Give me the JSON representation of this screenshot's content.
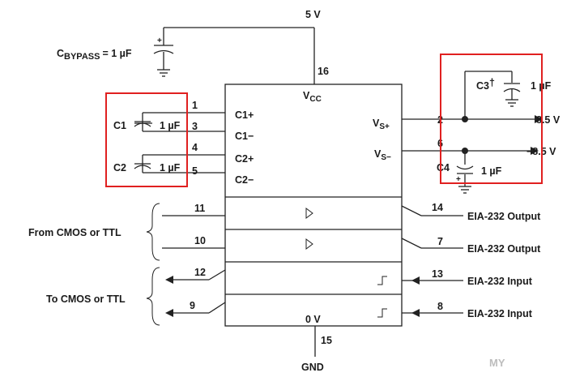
{
  "labels": {
    "vcc_top": "5 V",
    "cbypass_main": "C",
    "cbypass_sub": "BYPASS",
    "cbypass_val": "= 1 µF",
    "pin16": "16",
    "vcc_main": "V",
    "vcc_sub": "CC",
    "pin1": "1",
    "pin3": "3",
    "pin4": "4",
    "pin5": "5",
    "c1p": "C1+",
    "c1m": "C1−",
    "c2p": "C2+",
    "c2m": "C2−",
    "c1_name": "C1",
    "c1_val": "1 µF",
    "c2_name": "C2",
    "c2_val": "1 µF",
    "vsp_main": "V",
    "vsp_sub": "S+",
    "vsm_main": "V",
    "vsm_sub": "S−",
    "pin2": "2",
    "pin6": "6",
    "out_p": "8.5 V",
    "out_m": "−8.5 V",
    "c3_name": "C3",
    "c3_dag": "†",
    "c3_val": "1 µF",
    "c4_name": "C4",
    "c4_val": "1 µF",
    "pin11": "11",
    "pin10": "10",
    "pin12": "12",
    "pin9": "9",
    "pin14": "14",
    "pin7": "7",
    "pin13": "13",
    "pin8": "8",
    "from_cmos": "From CMOS or TTL",
    "to_cmos": "To CMOS or TTL",
    "out1": "EIA-232 Output",
    "out2": "EIA-232 Output",
    "in1": "EIA-232 Input",
    "in2": "EIA-232 Input",
    "gnd_v": "0 V",
    "pin15": "15",
    "gnd": "GND",
    "plus": "+",
    "watermark": "MY"
  },
  "colors": {
    "wire": "#222222",
    "highlight_box": "#e02020",
    "watermark": "#bdbdbd"
  }
}
